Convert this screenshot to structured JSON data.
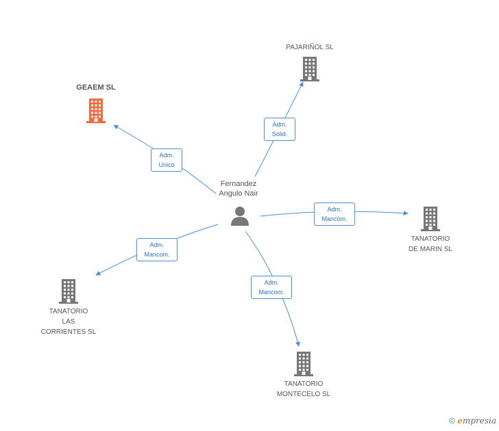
{
  "center": {
    "name_lines": [
      "Fernandez",
      "Angulo Nair"
    ]
  },
  "companies": [
    {
      "id": "geaem",
      "name_lines": [
        "GEAEM SL"
      ],
      "main": true
    },
    {
      "id": "pajarinol",
      "name_lines": [
        "PAJARIÑOL SL"
      ],
      "main": false
    },
    {
      "id": "marin",
      "name_lines": [
        "TANATORIO",
        "DE MARIN SL"
      ],
      "main": false
    },
    {
      "id": "corrientes",
      "name_lines": [
        "TANATORIO",
        "LAS",
        "CORRIENTES SL"
      ],
      "main": false
    },
    {
      "id": "montecelo",
      "name_lines": [
        "TANATORIO",
        "MONTECELO SL"
      ],
      "main": false
    }
  ],
  "relations": [
    {
      "target": "geaem",
      "label_lines": [
        "Adm.",
        "Unico"
      ]
    },
    {
      "target": "pajarinol",
      "label_lines": [
        "Adm.",
        "Solid."
      ]
    },
    {
      "target": "marin",
      "label_lines": [
        "Adm.",
        "Mancom."
      ]
    },
    {
      "target": "corrientes",
      "label_lines": [
        "Adm.",
        "Mancom."
      ]
    },
    {
      "target": "montecelo",
      "label_lines": [
        "Adm.",
        "Mancom."
      ]
    }
  ],
  "colors": {
    "main_company": "#f26a3d",
    "company": "#777777",
    "edge": "#4a8fd8",
    "person": "#777777"
  },
  "footer": {
    "copyright": "©",
    "brand_initial": "ℯ",
    "brand_rest": "mpresia"
  }
}
